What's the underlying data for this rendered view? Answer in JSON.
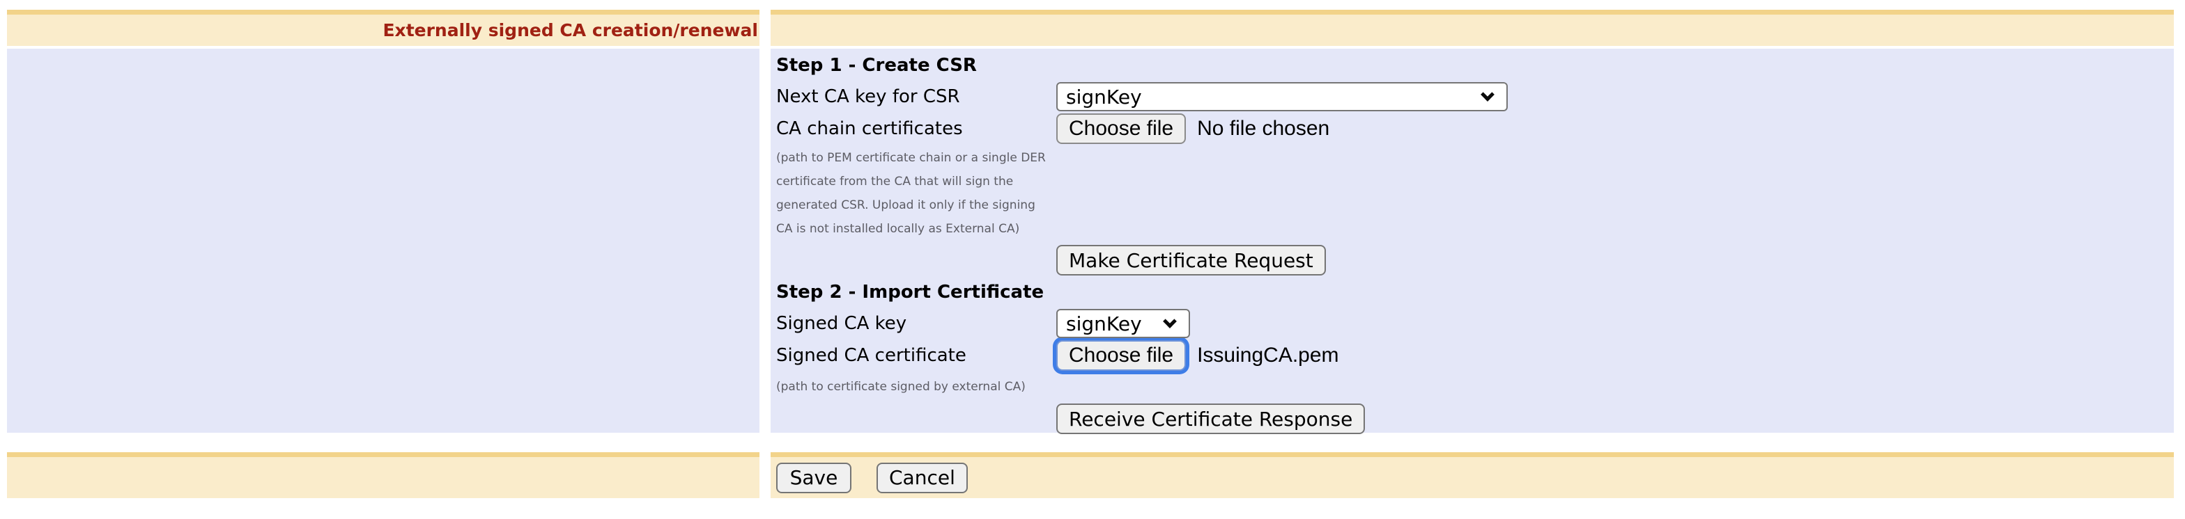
{
  "header": {
    "title": "Externally signed CA creation/renewal"
  },
  "main": {
    "step1": {
      "heading": "Step 1 - Create CSR",
      "next_key_label": "Next CA key for CSR",
      "next_key_value": "signKey",
      "chain_label": "CA chain certificates",
      "chain_choose_button": "Choose file",
      "chain_file_status": "No file chosen",
      "help_lines": {
        "0": "(path to PEM certificate chain or a single DER",
        "1": "certificate from the CA that will sign the",
        "2": "generated CSR. Upload it only if the signing",
        "3": "CA is not installed locally as External CA)"
      },
      "make_request_button": "Make Certificate Request"
    },
    "step2": {
      "heading": "Step 2 - Import Certificate",
      "signed_key_label": "Signed CA key",
      "signed_key_value": "signKey",
      "signed_cert_label": "Signed CA certificate",
      "cert_choose_button": "Choose file",
      "cert_file_name": "IssuingCA.pem",
      "cert_help": "(path to certificate signed by external CA)",
      "receive_response_button": "Receive Certificate Response"
    }
  },
  "footer": {
    "save_label": "Save",
    "cancel_label": "Cancel"
  },
  "colors": {
    "band_bg": "#FAECCB",
    "band_border": "#F2D38A",
    "form_bg": "#E4E7F8",
    "title_text": "#A02113",
    "help_text": "#5C5C64",
    "focus_ring": "#3E7DE7"
  }
}
